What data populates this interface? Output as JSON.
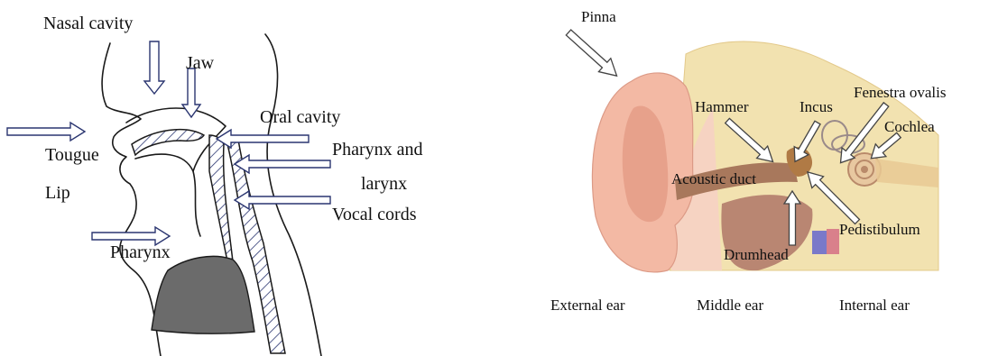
{
  "vocal_tract": {
    "labels": {
      "nasal_cavity": "Nasal cavity",
      "jaw": "Jaw",
      "oral_cavity": "Oral cavity",
      "tongue": "Tougue",
      "lip": "Lip",
      "pharynx_and_larynx_line1": "Pharynx and",
      "pharynx_and_larynx_line2": "larynx",
      "vocal_cords": "Vocal cords",
      "pharynx": "Pharynx"
    }
  },
  "ear": {
    "labels": {
      "pinna": "Pinna",
      "hammer": "Hammer",
      "incus": "Incus",
      "fenestra_ovalis": "Fenestra ovalis",
      "cochlea": "Cochlea",
      "acoustic_duct": "Acoustic duct",
      "pedistibulum": "Pedistibulum",
      "drumhead": "Drumhead",
      "external_ear": "External ear",
      "middle_ear": "Middle ear",
      "internal_ear": "Internal ear"
    }
  },
  "colors": {
    "arrow_outline": "#2a3570",
    "lung_fill": "#6b6b6b",
    "skin": "#f3b9a4",
    "bone": "#f2e2b0",
    "canal": "#a8785c",
    "muscle": "#c98878"
  }
}
